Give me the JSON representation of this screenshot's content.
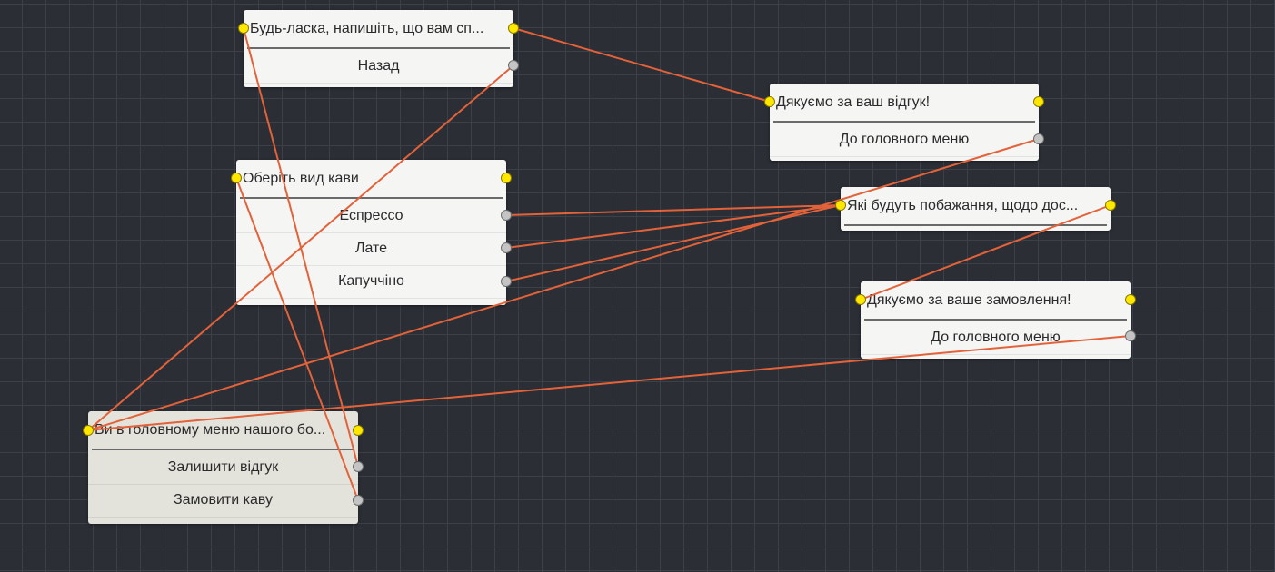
{
  "colors": {
    "background": "#2b2e35",
    "grid": "#3c4048",
    "wire": "#e2623a",
    "node": "#f5f5f4",
    "node_active": "#e3e3dc",
    "port_flow": "#ffe800",
    "port_option": "#c4c4c4"
  },
  "nodes": [
    {
      "id": "feedback_prompt",
      "title": "Будь-ласка, напишіть, що вам сп...",
      "options": [
        "Назад"
      ]
    },
    {
      "id": "thanks_feedback",
      "title": "Дякуємо за ваш відгук!",
      "options": [
        "До головного меню"
      ]
    },
    {
      "id": "choose_coffee",
      "title": "Оберіть вид кави",
      "options": [
        "Еспрессо",
        "Лате",
        "Капуччіно"
      ]
    },
    {
      "id": "wishes",
      "title": "Які будуть побажання, щодо дос...",
      "options": []
    },
    {
      "id": "thanks_order",
      "title": "Дякуємо за ваше замовлення!",
      "options": [
        "До головного меню"
      ]
    },
    {
      "id": "main_menu",
      "title": "Ви в головному меню нашого бо...",
      "options": [
        "Залишити відгук",
        "Замовити каву"
      ],
      "active": true
    }
  ],
  "connections": [
    {
      "from": "feedback_prompt.out",
      "to": "thanks_feedback.in"
    },
    {
      "from": "feedback_prompt.opt.0",
      "to": "main_menu.in"
    },
    {
      "from": "thanks_feedback.opt.0",
      "to": "main_menu.in"
    },
    {
      "from": "choose_coffee.opt.0",
      "to": "wishes.in"
    },
    {
      "from": "choose_coffee.opt.1",
      "to": "wishes.in"
    },
    {
      "from": "choose_coffee.opt.2",
      "to": "wishes.in"
    },
    {
      "from": "wishes.out",
      "to": "thanks_order.in"
    },
    {
      "from": "thanks_order.opt.0",
      "to": "main_menu.in"
    },
    {
      "from": "main_menu.opt.0",
      "to": "feedback_prompt.in"
    },
    {
      "from": "main_menu.opt.1",
      "to": "choose_coffee.in"
    }
  ]
}
